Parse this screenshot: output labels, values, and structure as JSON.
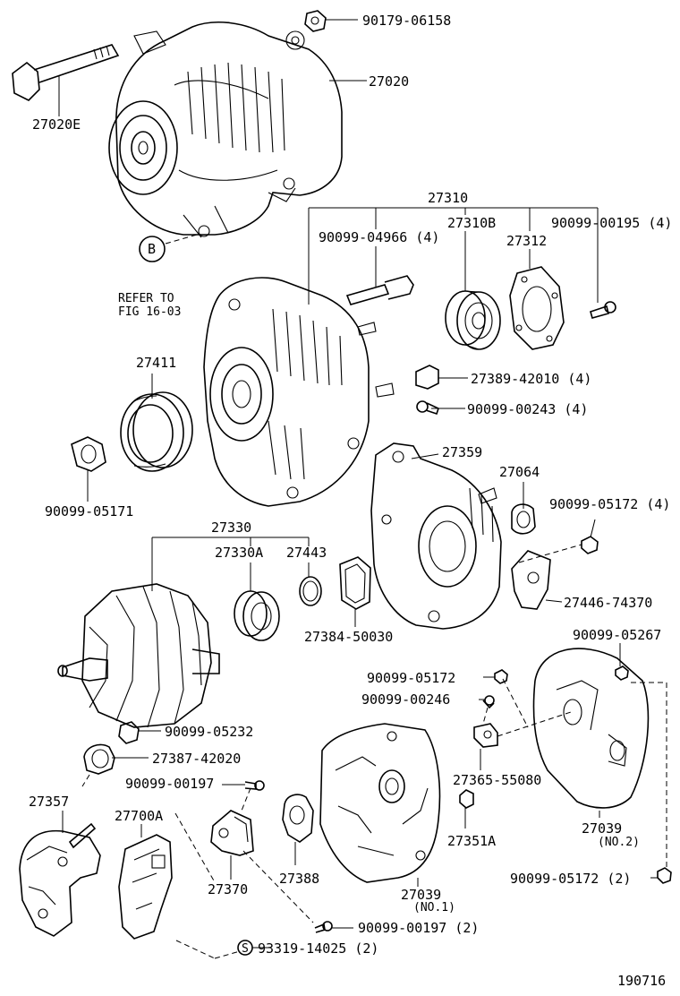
{
  "labels": {
    "l_90179_06158": "90179-06158",
    "l_27020": "27020",
    "l_27020E": "27020E",
    "l_27310": "27310",
    "l_27310B": "27310B",
    "l_90099_04966": "90099-04966 (4)",
    "l_90099_00195": "90099-00195 (4)",
    "l_27312": "27312",
    "l_B": "B",
    "l_refer1": "REFER TO",
    "l_refer2": "FIG 16-03",
    "l_27411": "27411",
    "l_27389_42010": "27389-42010 (4)",
    "l_90099_00243": "90099-00243 (4)",
    "l_90099_05171": "90099-05171",
    "l_27359": "27359",
    "l_27064": "27064",
    "l_90099_05172_4": "90099-05172 (4)",
    "l_27330": "27330",
    "l_27330A": "27330A",
    "l_27443": "27443",
    "l_27446_74370": "27446-74370",
    "l_27384_50030": "27384-50030",
    "l_90099_05267": "90099-05267",
    "l_90099_05172": "90099-05172",
    "l_90099_00246": "90099-00246",
    "l_90099_05232": "90099-05232",
    "l_27387_42020": "27387-42020",
    "l_90099_00197": "90099-00197",
    "l_27365_55080": "27365-55080",
    "l_27357": "27357",
    "l_27700A": "27700A",
    "l_27351A": "27351A",
    "l_27039_no2": "27039",
    "l_no2": "(NO.2)",
    "l_27370": "27370",
    "l_27388": "27388",
    "l_27039_no1": "27039",
    "l_no1": "(NO.1)",
    "l_90099_05172_2": "90099-05172 (2)",
    "l_90099_00197_2": "90099-00197 (2)",
    "l_S": "S",
    "l_93319_14025": "93319-14025 (2)",
    "l_fig_no": "190716"
  }
}
